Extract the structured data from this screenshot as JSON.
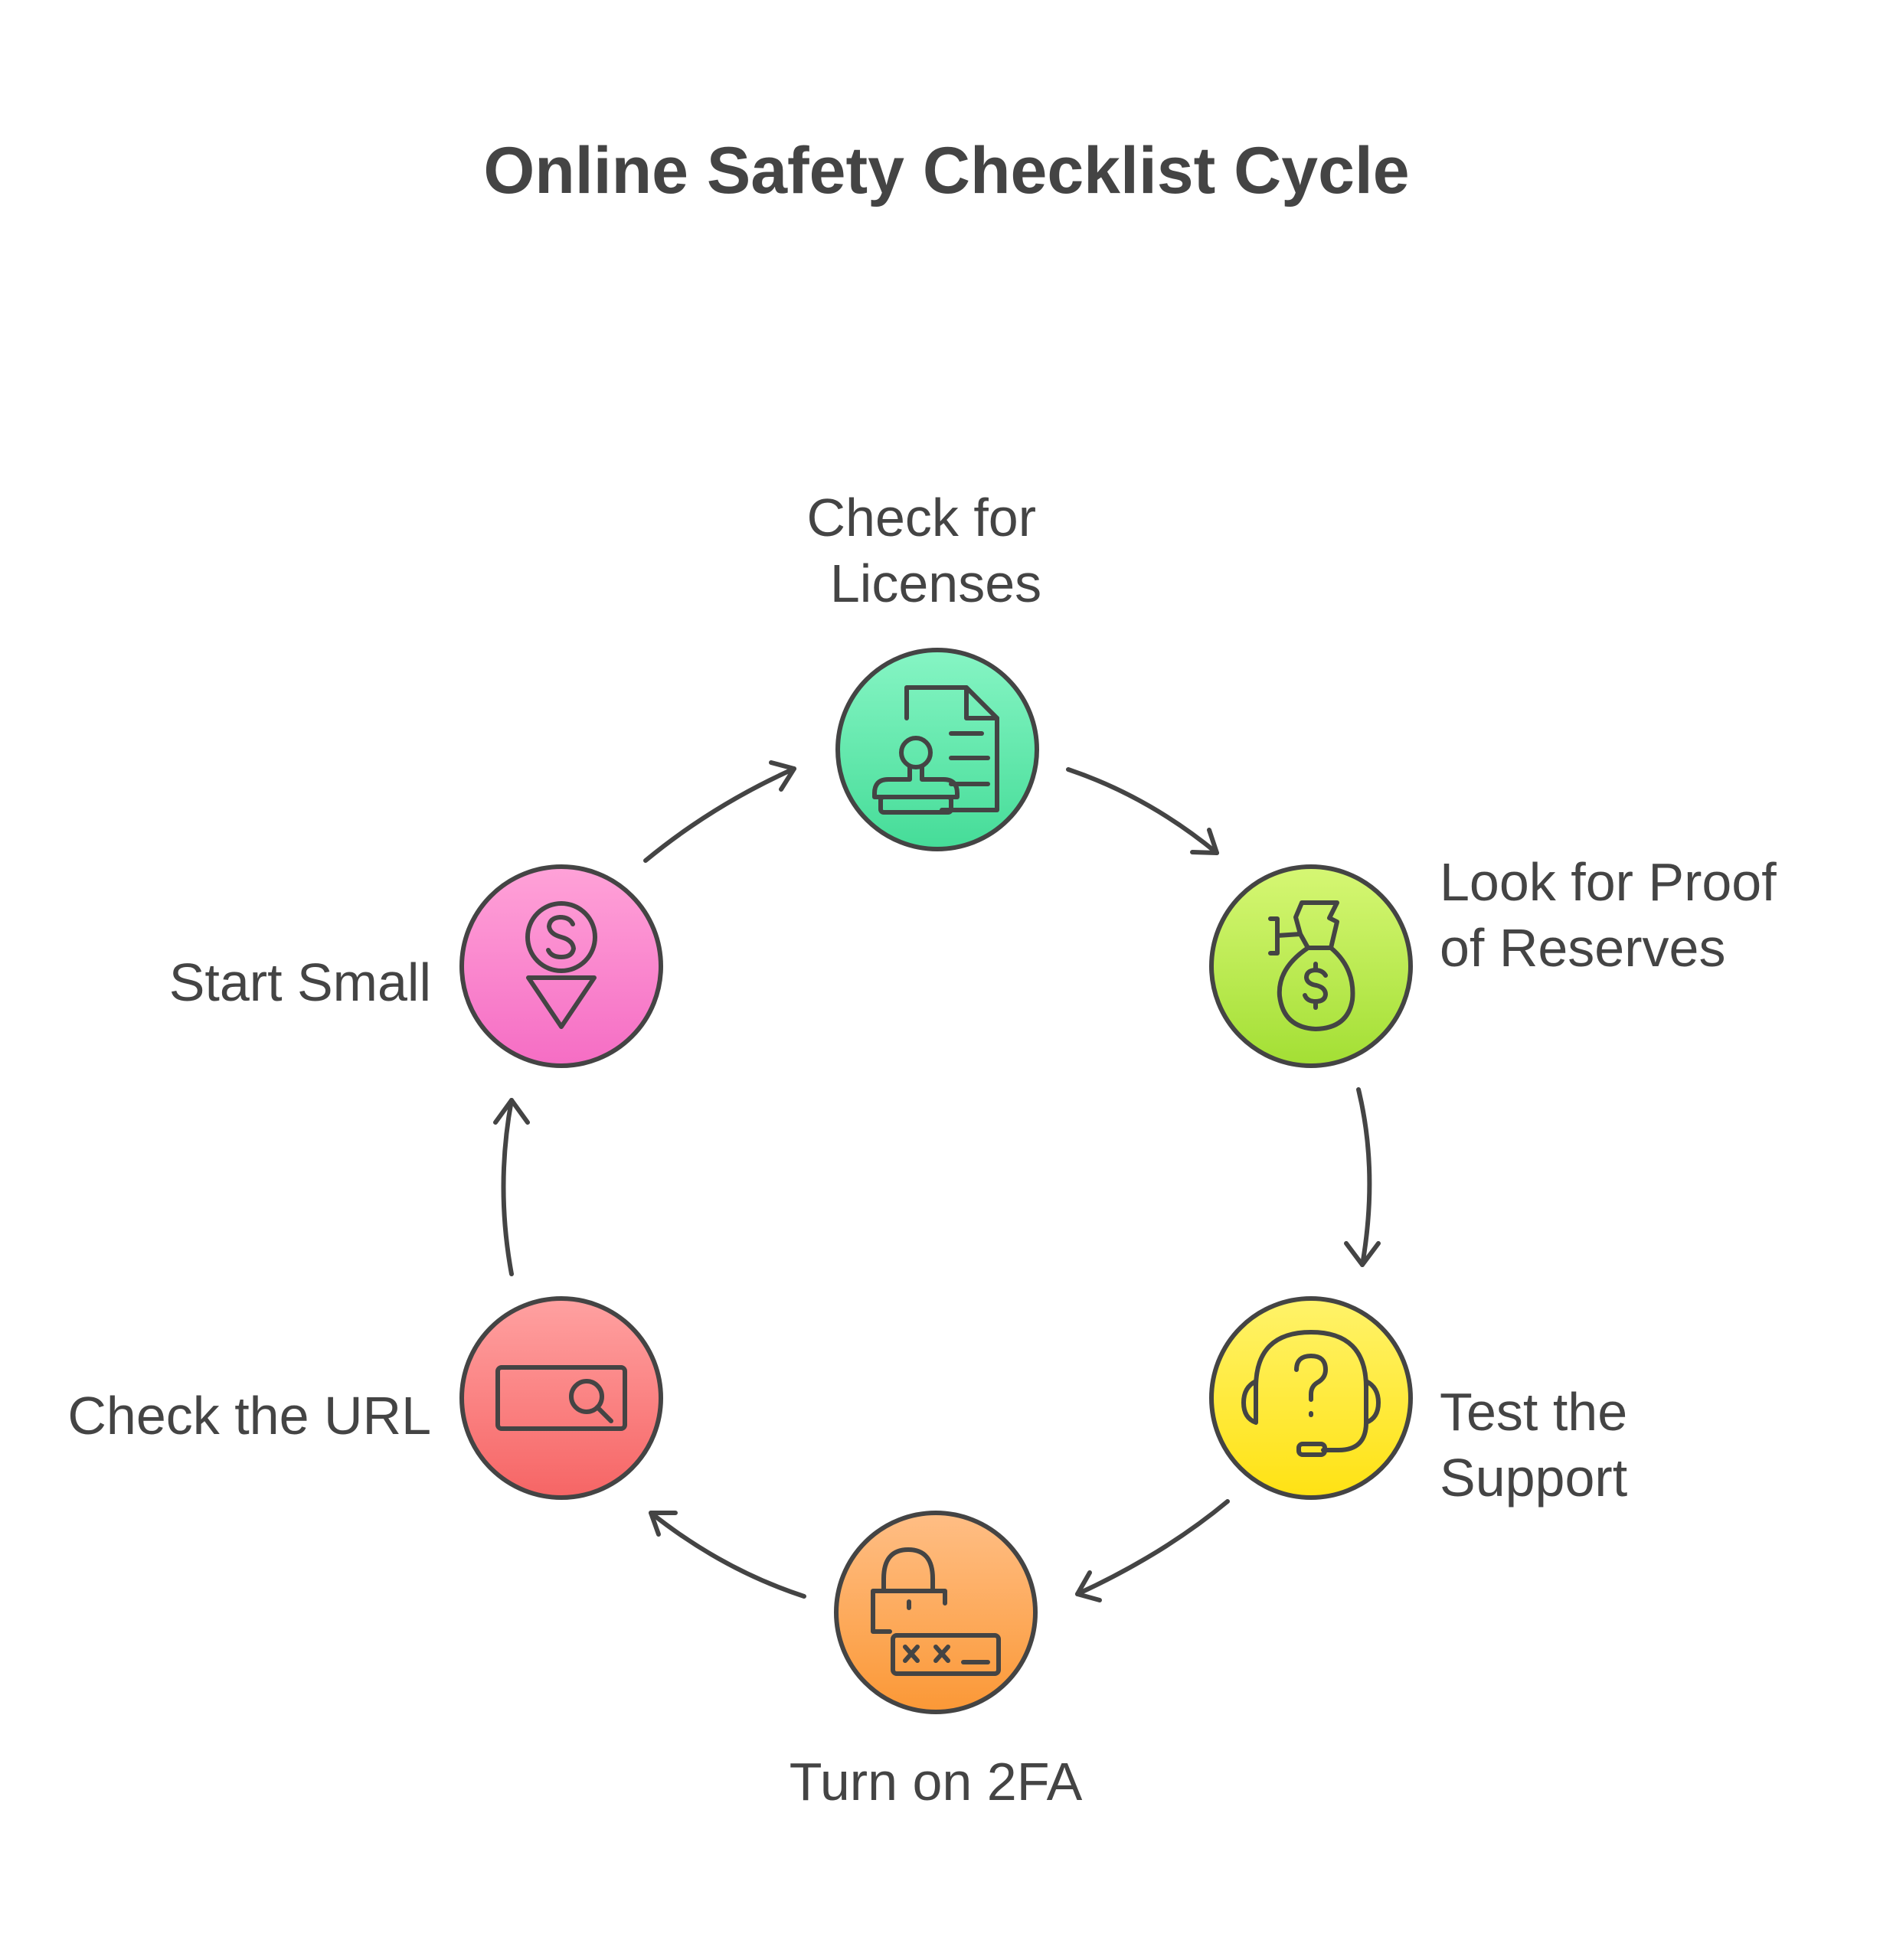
{
  "title": "Online Safety Checklist Cycle",
  "steps": [
    {
      "id": "licenses",
      "lines": [
        "Check for",
        "Licenses"
      ],
      "icon": "license-document-stamp-icon",
      "colors": [
        "#86f5c4",
        "#45dc98"
      ]
    },
    {
      "id": "reserves",
      "lines": [
        "Look for Proof",
        "of Reserves"
      ],
      "icon": "money-bag-icon",
      "colors": [
        "#d6f774",
        "#a3df34"
      ]
    },
    {
      "id": "support",
      "lines": [
        "Test the",
        "Support"
      ],
      "icon": "headset-question-icon",
      "colors": [
        "#fff36a",
        "#ffe213"
      ]
    },
    {
      "id": "2fa",
      "lines": [
        "Turn on 2FA"
      ],
      "icon": "padlock-password-icon",
      "colors": [
        "#ffbe85",
        "#fb9836"
      ]
    },
    {
      "id": "url",
      "lines": [
        "Check the URL"
      ],
      "icon": "search-bar-icon",
      "colors": [
        "#ffa1a1",
        "#f66565"
      ]
    },
    {
      "id": "start-small",
      "lines": [
        "Start Small"
      ],
      "icon": "coin-down-arrow-icon",
      "colors": [
        "#ffa2d8",
        "#f56dc4"
      ]
    }
  ],
  "colors": {
    "stroke": "#444444",
    "text": "#444444",
    "background": "#ffffff"
  }
}
